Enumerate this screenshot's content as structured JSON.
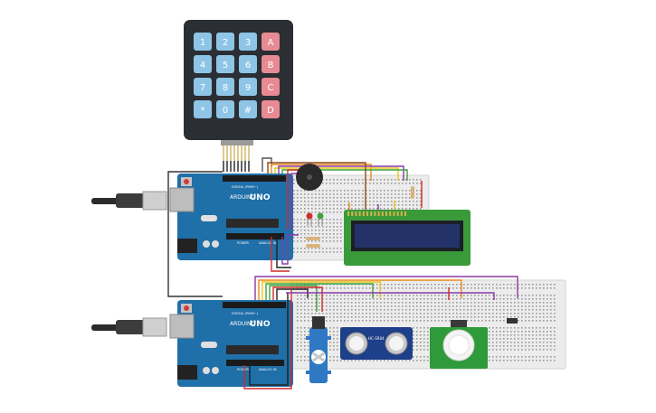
{
  "keypad": {
    "keys": [
      "1",
      "2",
      "3",
      "A",
      "4",
      "5",
      "6",
      "B",
      "7",
      "8",
      "9",
      "C",
      "*",
      "0",
      "#",
      "D"
    ],
    "digit_color": "#8ec5e6",
    "letter_color": "#e78a93",
    "body_color": "#2b2e33"
  },
  "arduino_top": {
    "logo": "ARDUINO",
    "model": "UNO",
    "digital_label": "DIGITAL (PWM~)",
    "power_label": "POWER",
    "analog_label": "ANALOG IN"
  },
  "arduino_bottom": {
    "logo": "ARDUINO",
    "model": "UNO",
    "digital_label": "DIGITAL (PWM~)",
    "power_label": "POWER",
    "analog_label": "ANALOG IN"
  },
  "ultrasonic": {
    "label": "HC-SR04"
  },
  "colors": {
    "board": "#1f6fa8",
    "board_dark": "#175a8a",
    "breadboard": "#ececec",
    "lcd_frame": "#3a9a3a",
    "lcd_screen": "#24326a",
    "pir_board": "#2f9a3a",
    "wire_red": "#d32a2a",
    "wire_orange": "#e8891c",
    "wire_yellow": "#e7c71a",
    "wire_green": "#3fa13f",
    "wire_purple": "#8a3aa8",
    "wire_brown": "#8b4a1f",
    "wire_black": "#222222"
  }
}
